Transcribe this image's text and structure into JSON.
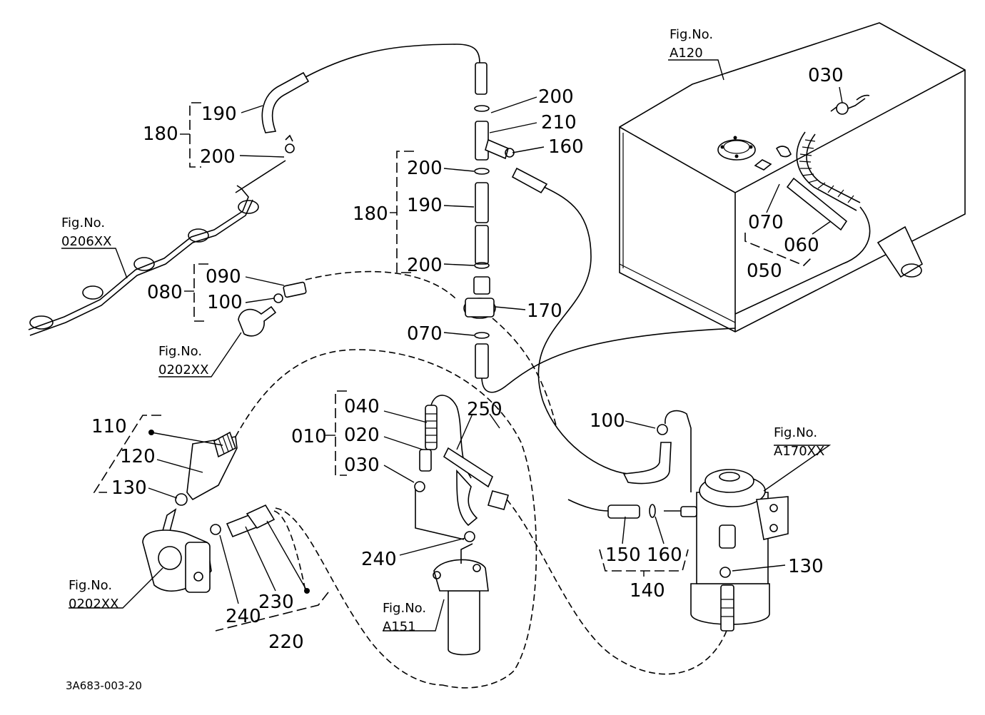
{
  "drawing_code": "3A683-003-20",
  "part_labels": [
    {
      "id": "p030-top",
      "text": "030"
    },
    {
      "id": "p190-left",
      "text": "190"
    },
    {
      "id": "p180-left",
      "text": "180"
    },
    {
      "id": "p200-left",
      "text": "200"
    },
    {
      "id": "p200-a",
      "text": "200"
    },
    {
      "id": "p210",
      "text": "210"
    },
    {
      "id": "p160-top",
      "text": "160"
    },
    {
      "id": "p200-b",
      "text": "200"
    },
    {
      "id": "p190-mid",
      "text": "190"
    },
    {
      "id": "p180-mid",
      "text": "180"
    },
    {
      "id": "p200-c",
      "text": "200"
    },
    {
      "id": "p090",
      "text": "090"
    },
    {
      "id": "p080",
      "text": "080"
    },
    {
      "id": "p100-left",
      "text": "100"
    },
    {
      "id": "p170",
      "text": "170"
    },
    {
      "id": "p070-mid",
      "text": "070"
    },
    {
      "id": "p070-tank",
      "text": "070"
    },
    {
      "id": "p060",
      "text": "060"
    },
    {
      "id": "p050",
      "text": "050"
    },
    {
      "id": "p040",
      "text": "040"
    },
    {
      "id": "p250",
      "text": "250"
    },
    {
      "id": "p010",
      "text": "010"
    },
    {
      "id": "p020",
      "text": "020"
    },
    {
      "id": "p030-mid",
      "text": "030"
    },
    {
      "id": "p110",
      "text": "110"
    },
    {
      "id": "p120",
      "text": "120"
    },
    {
      "id": "p130-left",
      "text": "130"
    },
    {
      "id": "p100-right",
      "text": "100"
    },
    {
      "id": "p240-mid",
      "text": "240"
    },
    {
      "id": "p150",
      "text": "150"
    },
    {
      "id": "p160-right",
      "text": "160"
    },
    {
      "id": "p130-right",
      "text": "130"
    },
    {
      "id": "p140",
      "text": "140"
    },
    {
      "id": "p240-left",
      "text": "240"
    },
    {
      "id": "p230",
      "text": "230"
    },
    {
      "id": "p220",
      "text": "220"
    }
  ],
  "fig_refs": [
    {
      "id": "fig-a120",
      "title": "Fig.No.",
      "number": "A120"
    },
    {
      "id": "fig-0206xx",
      "title": "Fig.No.",
      "number": "0206XX"
    },
    {
      "id": "fig-0202xx-top",
      "title": "Fig.No.",
      "number": "0202XX"
    },
    {
      "id": "fig-a170xx",
      "title": "Fig.No.",
      "number": "A170XX"
    },
    {
      "id": "fig-0202xx-bottom",
      "title": "Fig.No.",
      "number": "0202XX"
    },
    {
      "id": "fig-a151",
      "title": "Fig.No.",
      "number": "A151"
    }
  ]
}
